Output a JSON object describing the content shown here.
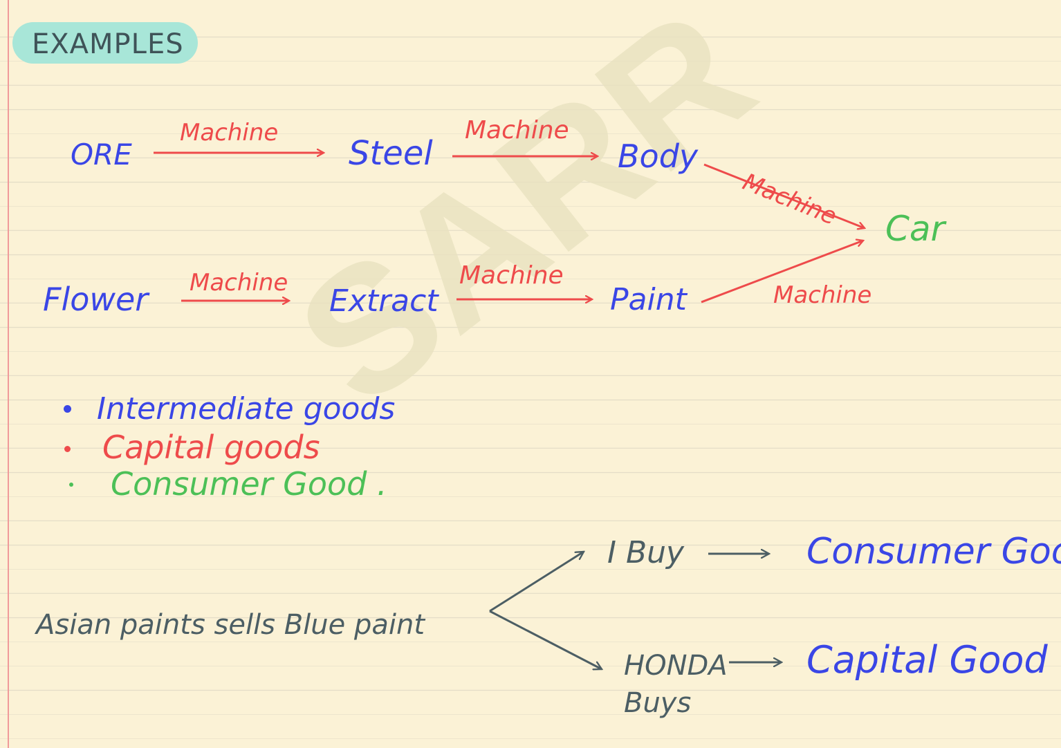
{
  "heading": "EXAMPLES",
  "watermark": "SARR",
  "colors": {
    "paper": "#fbf2d6",
    "blue_ink": "#3a46e6",
    "red_ink": "#ee4b4b",
    "green_ink": "#4cc057",
    "slate_ink": "#4c5e64",
    "highlight": "#a8e6d8"
  },
  "flow_row_1": {
    "nodes": [
      "ORE",
      "Steel",
      "Body"
    ],
    "arrow_labels": [
      "Machine",
      "Machine",
      "Machine"
    ]
  },
  "flow_row_2": {
    "nodes": [
      "Flower",
      "Extract",
      "Paint"
    ],
    "arrow_labels": [
      "Machine",
      "Machine",
      "Machine"
    ]
  },
  "flow_target": "Car",
  "goods_list": [
    "Intermediate goods",
    "Capital goods",
    "Consumer Good ."
  ],
  "example": {
    "statement": "Asian paints sells Blue paint",
    "branches": [
      {
        "buyer": "I Buy",
        "result": "Consumer Good"
      },
      {
        "buyer": "HONDA Buys",
        "result": "Capital Good ."
      }
    ]
  }
}
